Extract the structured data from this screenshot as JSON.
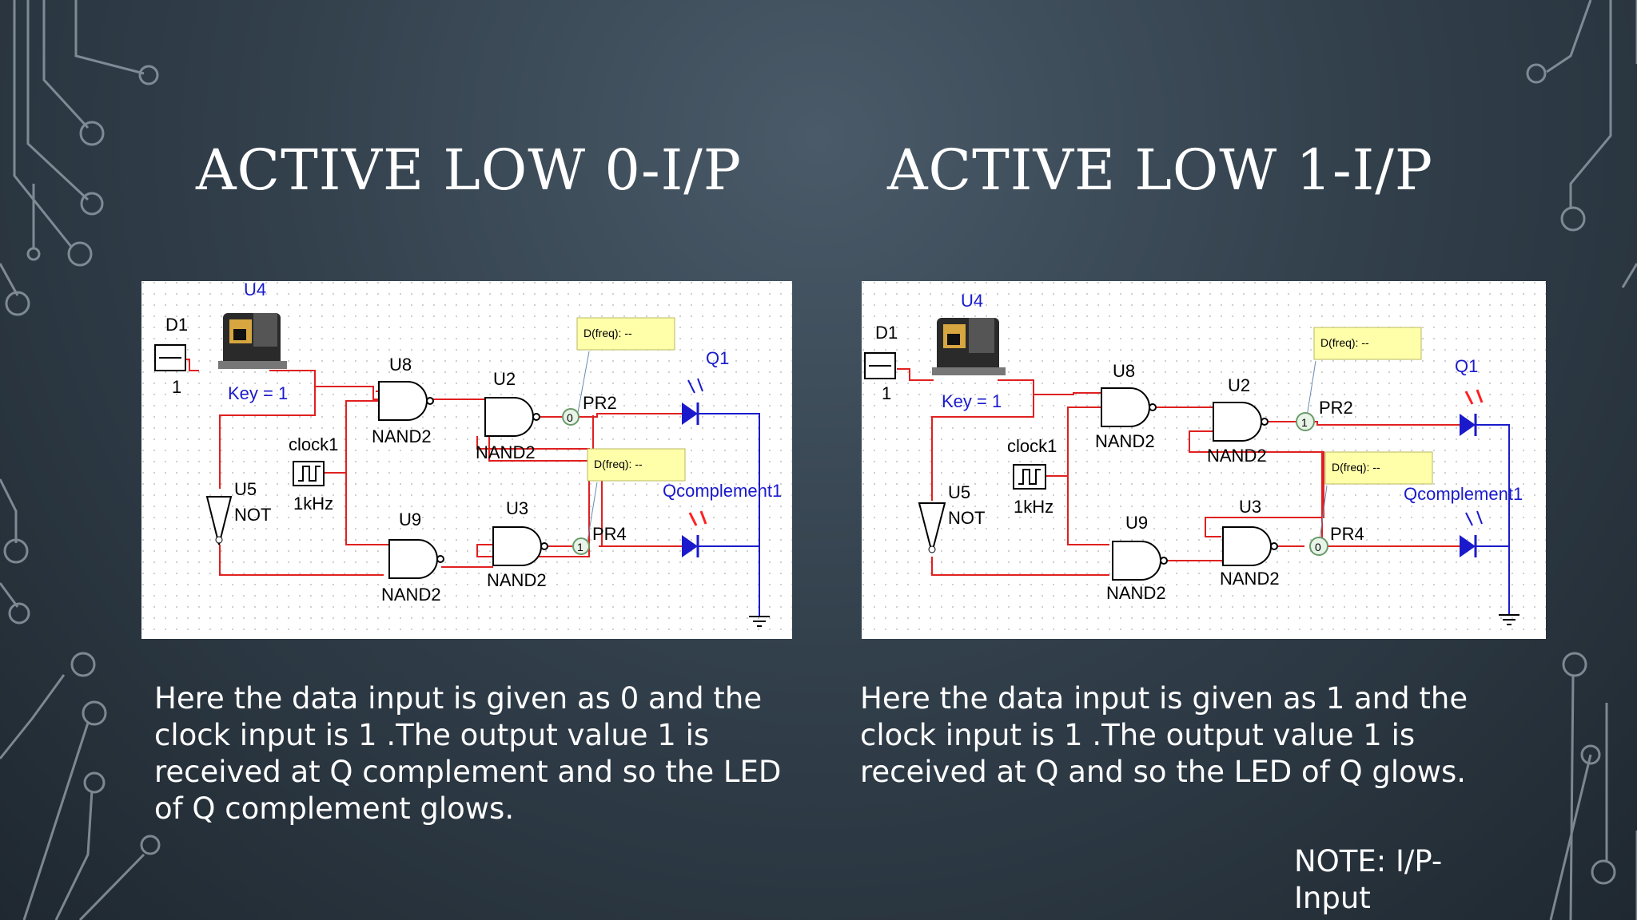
{
  "slide": {
    "left_title": "ACTIVE LOW 0-I/P",
    "right_title": "ACTIVE LOW 1-I/P",
    "left_description": "Here the data input is given as 0 and the clock input is 1 .The output value 1 is received at Q complement  and so the LED of Q complement glows.",
    "right_description": "Here the data input is given as 1 and the clock input is 1 .The output value 1 is received at Q and so the LED of Q glows.",
    "note": "NOTE: I/P- Input"
  },
  "circuit_left": {
    "d1": "D1",
    "d1_value": "1",
    "u4": "U4",
    "key": "Key = 1",
    "u8": "U8",
    "u2": "U2",
    "u9": "U9",
    "u3": "U3",
    "u5": "U5",
    "not": "NOT",
    "nand": "NAND2",
    "clock": "clock1",
    "freq": "1kHz",
    "probe_label": "D(freq): --",
    "pr2": "PR2",
    "pr4": "PR4",
    "pr2_value": "0",
    "pr4_value": "1",
    "q1": "Q1",
    "qc": "Qcomplement1",
    "q1_led_lit": false,
    "qc_led_lit": true
  },
  "circuit_right": {
    "d1": "D1",
    "d1_value": "1",
    "u4": "U4",
    "key": "Key = 1",
    "u8": "U8",
    "u2": "U2",
    "u9": "U9",
    "u3": "U3",
    "u5": "U5",
    "not": "NOT",
    "nand": "NAND2",
    "clock": "clock1",
    "freq": "1kHz",
    "probe_label": "D(freq): --",
    "pr2": "PR2",
    "pr4": "PR4",
    "pr2_value": "1",
    "pr4_value": "0",
    "q1": "Q1",
    "qc": "Qcomplement1",
    "q1_led_lit": true,
    "qc_led_lit": false
  },
  "colors": {
    "wire_red": "#e02020",
    "wire_blue": "#1a1acc",
    "led_lit": "#ff2020",
    "probe_bg": "#ffffaa",
    "text_white": "#ffffff"
  }
}
